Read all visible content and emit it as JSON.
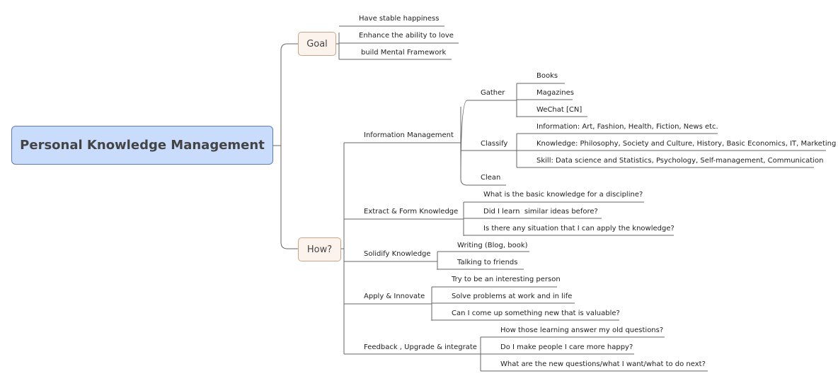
{
  "root": "Personal Knowledge Management",
  "goal": {
    "label": "Goal",
    "items": [
      "Have stable happiness",
      "Enhance the ability to love",
      "build Mental Framework"
    ]
  },
  "how": {
    "label": "How?",
    "info": {
      "label": "Information Management",
      "gather": {
        "label": "Gather",
        "items": [
          "Books",
          "Magazines",
          "WeChat [CN]"
        ]
      },
      "classify": {
        "label": "Classify",
        "items": [
          "Information: Art, Fashion, Health, Fiction, News etc.",
          "Knowledge: Philosophy, Society and Culture, History, Basic Economics, IT, Marketing",
          "Skill: Data science and Statistics, Psychology, Self-management, Communication"
        ]
      },
      "clean": {
        "label": "Clean"
      }
    },
    "extract": {
      "label": "Extract & Form Knowledge",
      "items": [
        "What is the basic knowledge for a discipline?",
        "Did I learn  similar ideas before?",
        "Is there any situation that I can apply the knowledge?"
      ]
    },
    "solidify": {
      "label": "Solidify Knowledge",
      "items": [
        "Writing (Blog, book)",
        "Talking to friends"
      ]
    },
    "apply": {
      "label": "Apply & Innovate",
      "items": [
        "Try to be an interesting person",
        "Solve problems at work and in life",
        "Can I come up something new that is valuable?"
      ]
    },
    "feedback": {
      "label": "Feedback , Upgrade & integrate",
      "items": [
        "How those learning answer my old questions?",
        "Do I make people I care more happy?",
        "What are the new questions/what I want/what to do next?"
      ]
    }
  }
}
